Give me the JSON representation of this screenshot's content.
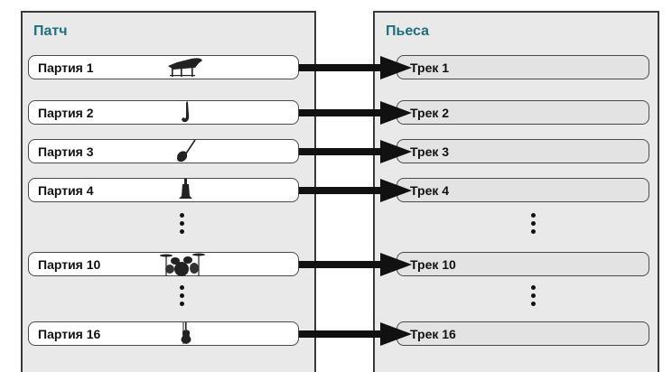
{
  "patch": {
    "title": "Патч",
    "parts": [
      {
        "label": "Партия 1",
        "instrument": "piano-icon"
      },
      {
        "label": "Партия 2",
        "instrument": "saxophone-icon"
      },
      {
        "label": "Партия 3",
        "instrument": "guitar-icon"
      },
      {
        "label": "Партия 4",
        "instrument": "bell-icon"
      },
      {
        "label": "Партия 10",
        "instrument": "drum-kit-icon"
      },
      {
        "label": "Партия 16",
        "instrument": "violin-icon"
      }
    ]
  },
  "piece": {
    "title": "Пьеса",
    "tracks": [
      {
        "label": "Трек 1"
      },
      {
        "label": "Трек 2"
      },
      {
        "label": "Трек 3"
      },
      {
        "label": "Трек 4"
      },
      {
        "label": "Трек 10"
      },
      {
        "label": "Трек 16"
      }
    ]
  },
  "colors": {
    "title_accent": "#1f6f7e",
    "panel_bg": "#e9e9e9",
    "arrow": "#111111"
  }
}
